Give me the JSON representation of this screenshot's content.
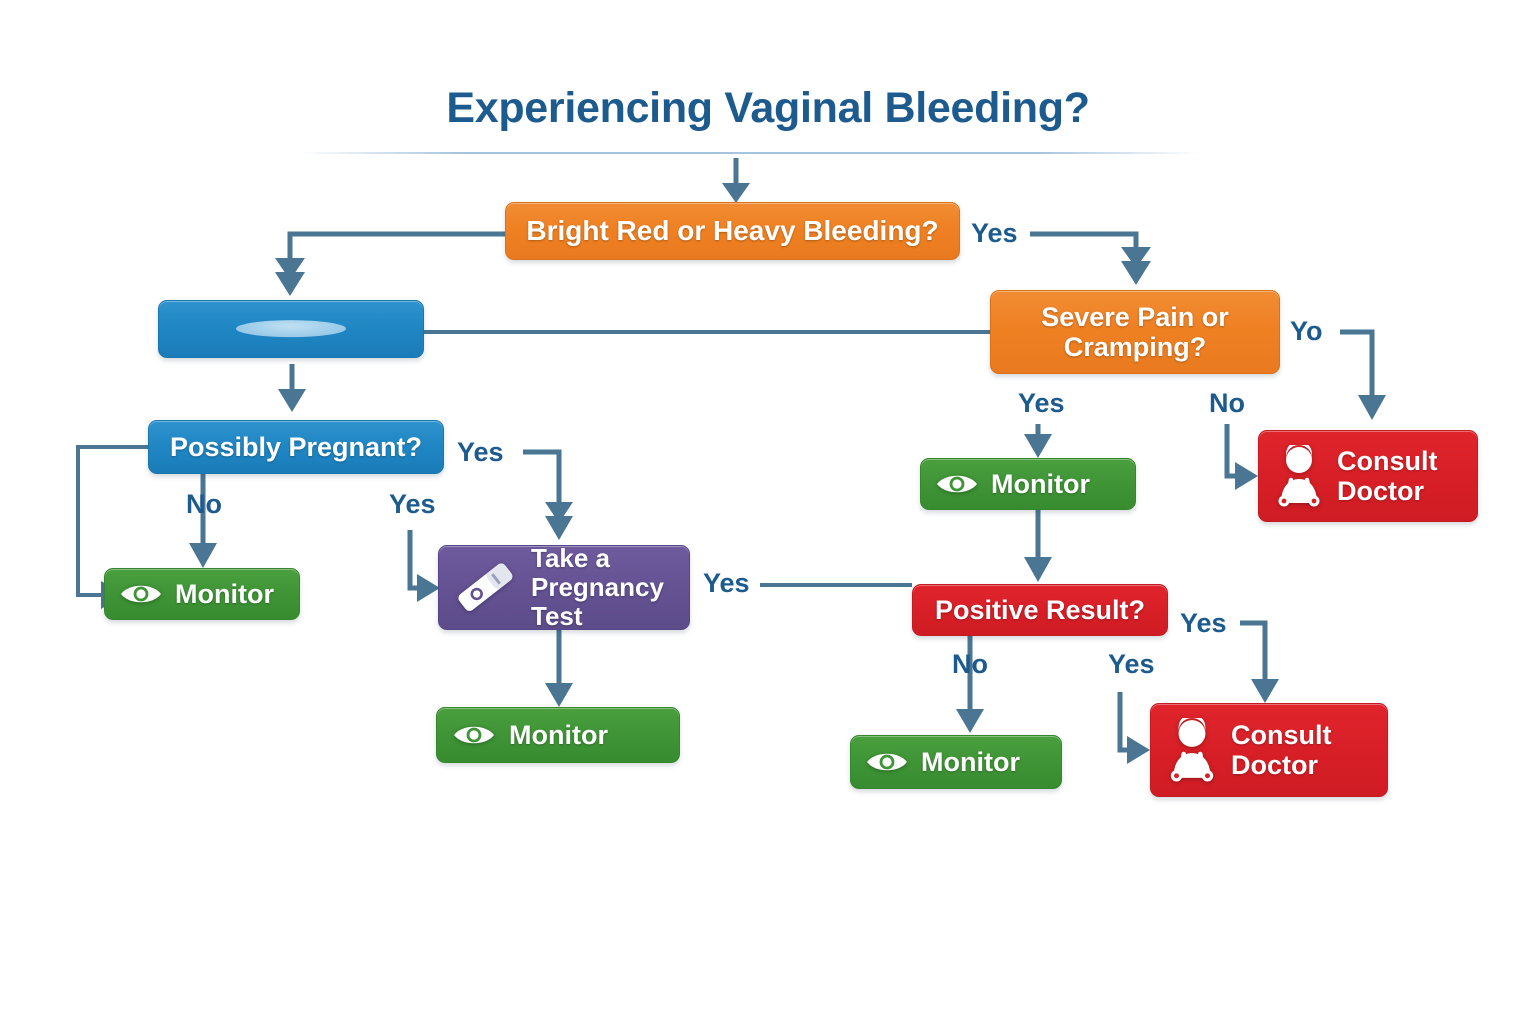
{
  "page": {
    "title": "Experiencing Vaginal Bleeding?",
    "background_color": "#ffffff",
    "accent_color": "#1d5b8e"
  },
  "palette": {
    "orange": "#ef8022",
    "blue": "#1f86c4",
    "green": "#3f9436",
    "red": "#d81f27",
    "purple": "#645293",
    "connector": "#4a7693",
    "text_blue": "#1d5b8e"
  },
  "chart_data": {
    "type": "diagram",
    "title": "Experiencing Vaginal Bleeding?",
    "nodes": [
      {
        "id": "bright_red",
        "label": "Bright Red or Heavy Bleeding?",
        "color": "orange",
        "icon": "none"
      },
      {
        "id": "blank_blue",
        "label": "",
        "color": "blue",
        "icon": "lens"
      },
      {
        "id": "severe_pain",
        "label": "Severe Pain or Cramping?",
        "color": "orange",
        "icon": "none"
      },
      {
        "id": "possibly_preg",
        "label": "Possibly Pregnant?",
        "color": "blue",
        "icon": "none"
      },
      {
        "id": "consult_top",
        "label": "Consult Doctor",
        "color": "red",
        "icon": "doctor-icon"
      },
      {
        "id": "monitor_pain",
        "label": "Monitor",
        "color": "green",
        "icon": "eye-icon"
      },
      {
        "id": "monitor_left",
        "label": "Monitor",
        "color": "green",
        "icon": "eye-icon"
      },
      {
        "id": "preg_test",
        "label": "Take a Pregnancy Test",
        "color": "purple",
        "icon": "pregnancy-test-icon"
      },
      {
        "id": "positive",
        "label": "Positive Result?",
        "color": "red",
        "icon": "none"
      },
      {
        "id": "monitor_preg",
        "label": "Monitor",
        "color": "green",
        "icon": "eye-icon"
      },
      {
        "id": "monitor_neg",
        "label": "Monitor",
        "color": "green",
        "icon": "eye-icon"
      },
      {
        "id": "consult_bottom",
        "label": "Consult Doctor",
        "color": "red",
        "icon": "doctor-icon"
      }
    ],
    "edges": [
      {
        "from": "title",
        "to": "bright_red",
        "label": ""
      },
      {
        "from": "bright_red",
        "to": "blank_blue",
        "label": ""
      },
      {
        "from": "bright_red",
        "to": "severe_pain",
        "label": "Yes"
      },
      {
        "from": "blank_blue",
        "to": "possibly_preg",
        "label": ""
      },
      {
        "from": "blank_blue",
        "to": "severe_pain",
        "label": ""
      },
      {
        "from": "severe_pain",
        "to": "monitor_pain",
        "label": "Yes"
      },
      {
        "from": "severe_pain",
        "to": "consult_top",
        "label": "No"
      },
      {
        "from": "severe_pain",
        "to": "consult_top",
        "label": "Yo"
      },
      {
        "from": "possibly_preg",
        "to": "preg_test",
        "label": "Yes"
      },
      {
        "from": "possibly_preg",
        "to": "monitor_left",
        "label": "No"
      },
      {
        "from": "possibly_preg",
        "to": "preg_test",
        "label": "Yes"
      },
      {
        "from": "preg_test",
        "to": "monitor_preg",
        "label": ""
      },
      {
        "from": "preg_test",
        "to": "positive",
        "label": "Yes"
      },
      {
        "from": "monitor_pain",
        "to": "positive",
        "label": ""
      },
      {
        "from": "positive",
        "to": "monitor_neg",
        "label": "No"
      },
      {
        "from": "positive",
        "to": "consult_bottom",
        "label": "Yes"
      },
      {
        "from": "positive",
        "to": "consult_bottom",
        "label": "Yes"
      }
    ]
  },
  "nodes": {
    "bright_red": {
      "label": "Bright Red or Heavy Bleeding?"
    },
    "blank_blue": {
      "label": ""
    },
    "severe_pain": {
      "line1": "Severe Pain or",
      "line2": "Cramping?"
    },
    "possibly_preg": {
      "label": "Possibly Pregnant?"
    },
    "consult_top": {
      "line1": "Consult",
      "line2": "Doctor"
    },
    "monitor_pain": {
      "label": "Monitor"
    },
    "monitor_left": {
      "label": "Monitor"
    },
    "preg_test": {
      "line1": "Take a",
      "line2": "Pregnancy Test"
    },
    "positive": {
      "label": "Positive Result?"
    },
    "monitor_preg": {
      "label": "Monitor"
    },
    "monitor_neg": {
      "label": "Monitor"
    },
    "consult_bottom": {
      "line1": "Consult",
      "line2": "Doctor"
    }
  },
  "edge_labels": {
    "bright_yes": "Yes",
    "severe_right_yo": "Yo",
    "severe_yes": "Yes",
    "severe_no": "No",
    "preg_right_yes": "Yes",
    "preg_no": "No",
    "preg_down_yes": "Yes",
    "test_to_pos_yes": "Yes",
    "pos_right_yes": "Yes",
    "pos_no": "No",
    "pos_down_yes": "Yes"
  }
}
